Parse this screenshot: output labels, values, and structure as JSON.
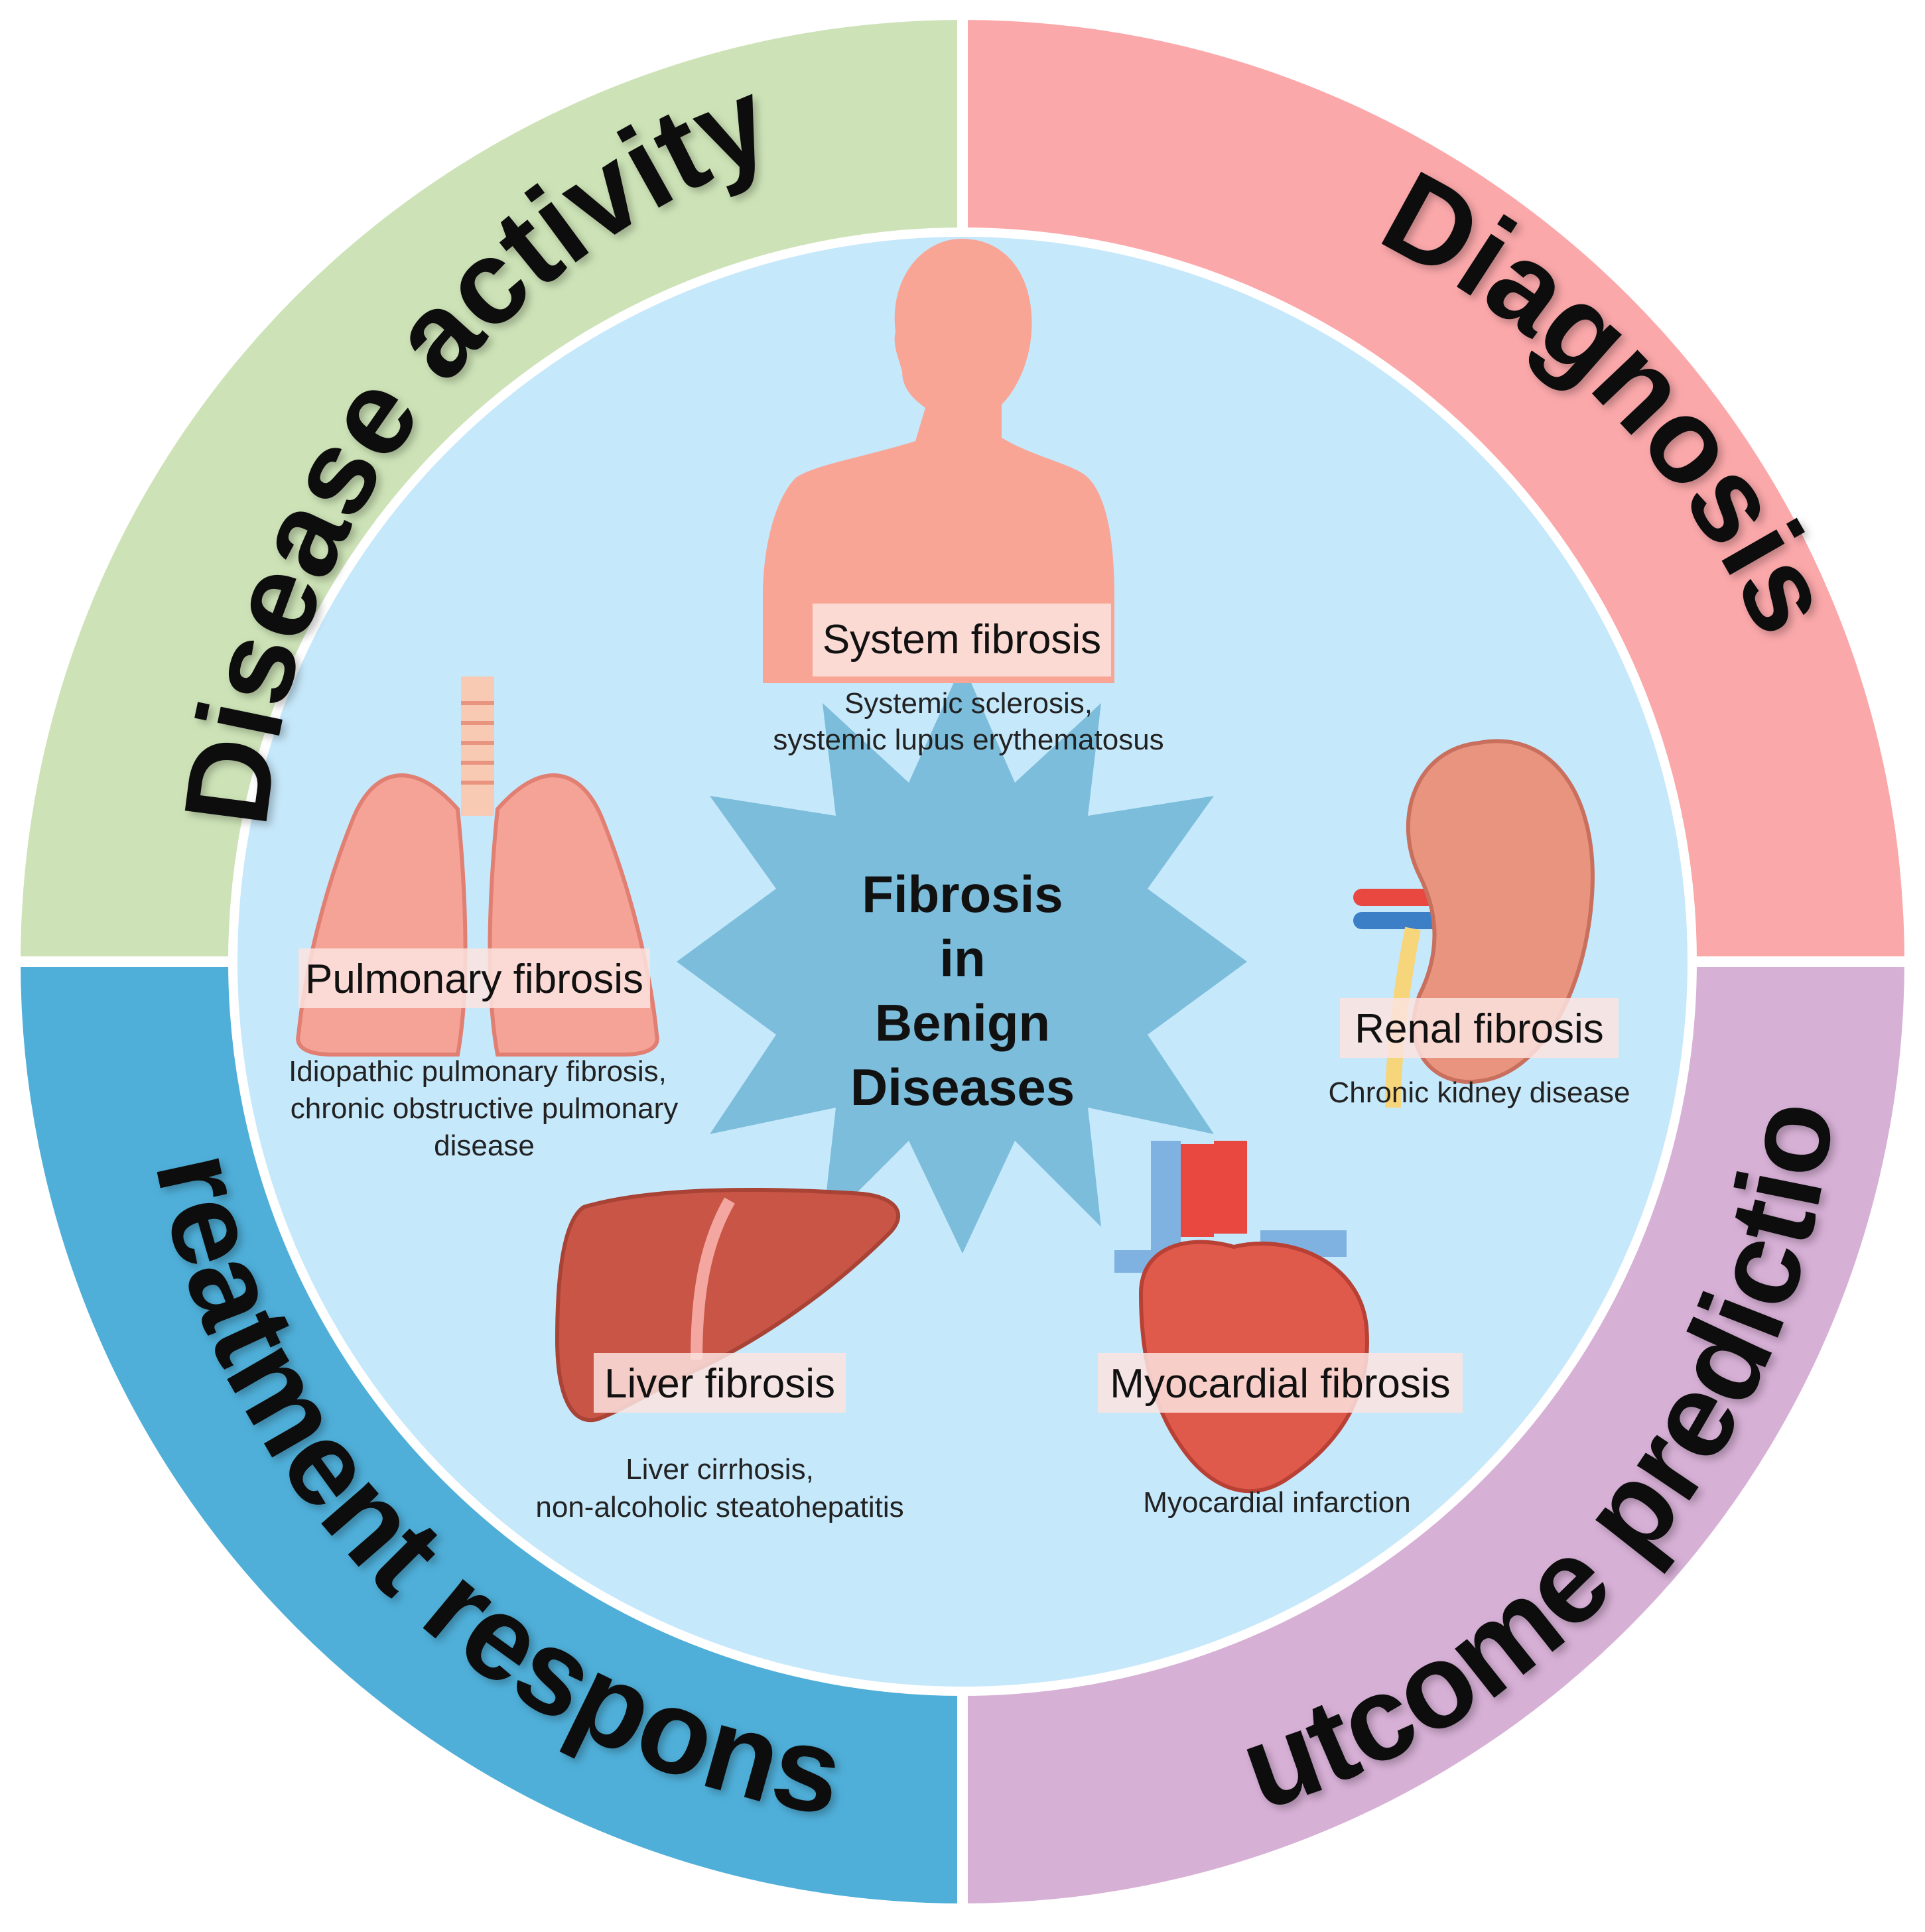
{
  "quadrants": {
    "disease_activity": {
      "label": "Disease activity",
      "color": "#cde3b7"
    },
    "diagnosis": {
      "label": "Diagnosis",
      "color": "#fba8aa"
    },
    "treatment_response": {
      "label": "Treatment response",
      "color": "#4fafd9"
    },
    "outcome_prediction": {
      "label": "Outcome prediction",
      "color": "#d7b0d6"
    }
  },
  "inner_circle_color": "#c6e8fb",
  "center": {
    "line1": "Fibrosis",
    "line2": "in",
    "line3": "Benign",
    "line4": "Diseases",
    "color": "#7cbddb"
  },
  "organs": {
    "system": {
      "title": "System fibrosis",
      "desc1": "Systemic sclerosis,",
      "desc2": "systemic lupus erythematosus",
      "icon": "human-body-icon"
    },
    "pulmonary": {
      "title": "Pulmonary fibrosis",
      "desc1": "Idiopathic pulmonary fibrosis,",
      "desc2": "chronic obstructive pulmonary",
      "desc3": "disease",
      "icon": "lungs-icon"
    },
    "renal": {
      "title": "Renal fibrosis",
      "desc1": "Chronic kidney disease",
      "icon": "kidney-icon"
    },
    "liver": {
      "title": "Liver fibrosis",
      "desc1": "Liver cirrhosis,",
      "desc2": "non-alcoholic steatohepatitis",
      "icon": "liver-icon"
    },
    "myocardial": {
      "title": "Myocardial fibrosis",
      "desc1": "Myocardial infarction",
      "icon": "heart-icon"
    }
  }
}
